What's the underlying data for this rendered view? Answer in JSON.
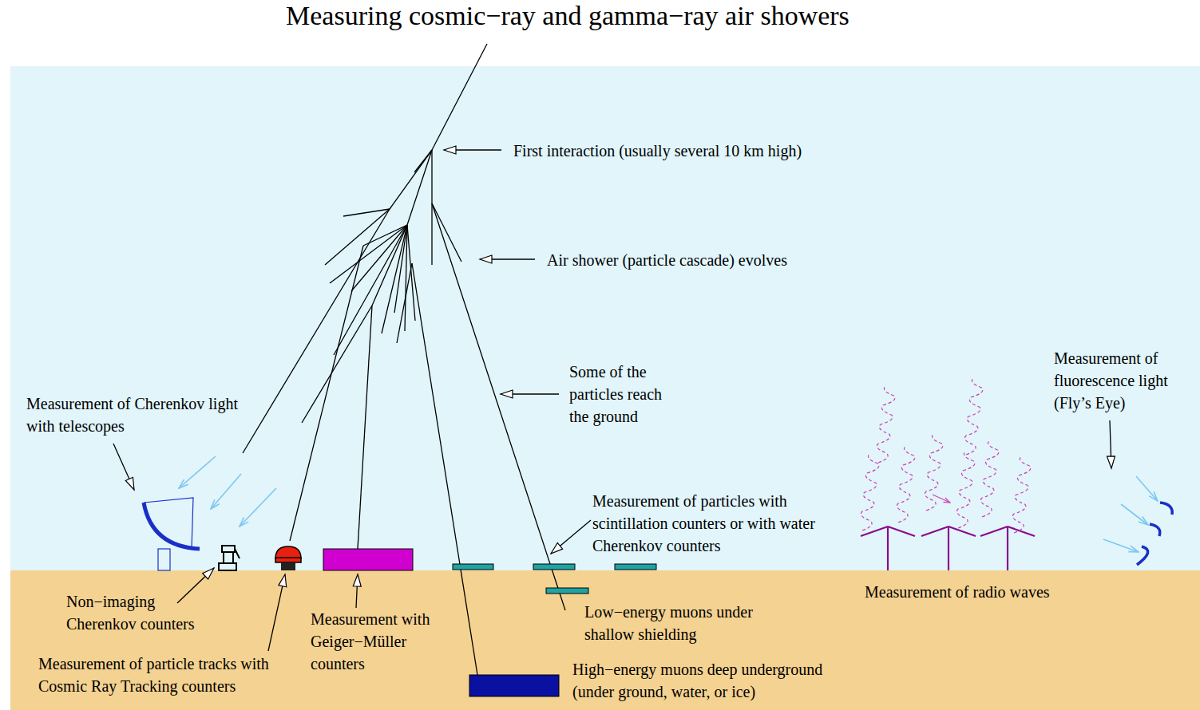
{
  "diagram": {
    "title": "Measuring cosmic−ray and gamma−ray air showers",
    "labels": [
      "First interaction (usually several 10 km high)",
      "Air shower (particle cascade) evolves",
      "Some of the particles reach the ground",
      "Measurement of Cherenkov light with telescopes",
      "Measurement of fluorescence light (Fly’s Eye)",
      "Measurement of particles with scintillation counters or with water Cherenkov counters",
      "Non−imaging Cherenkov counters",
      "Measurement with Geiger−Müller counters",
      "Measurement of particle tracks with Cosmic Ray Tracking counters",
      "Low−energy muons under shallow shielding",
      "High−energy muons deep underground (under ground, water, or ice)",
      "Measurement of radio waves"
    ]
  }
}
